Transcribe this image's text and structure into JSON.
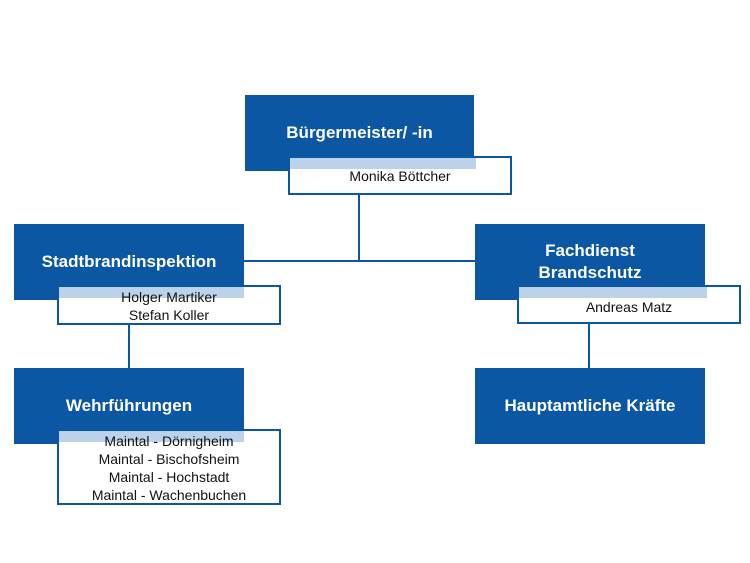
{
  "org": {
    "top": {
      "title": "Bürgermeister/ -in",
      "names": [
        "Monika Böttcher"
      ]
    },
    "left": {
      "title": "Stadtbrandinspektion",
      "names": [
        "Holger Martiker",
        "Stefan Koller"
      ]
    },
    "right": {
      "title_lines": [
        "Fachdienst",
        "Brandschutz"
      ],
      "names": [
        "Andreas Matz"
      ]
    },
    "left_child": {
      "title": "Wehrführungen",
      "names": [
        "Maintal - Dörnigheim",
        "Maintal - Bischofsheim",
        "Maintal - Hochstadt",
        "Maintal - Wachenbuchen"
      ]
    },
    "right_child": {
      "title": "Hauptamtliche Kräfte"
    }
  },
  "colors": {
    "primary": "#0b57a4",
    "highlight": "#bcd1ea"
  }
}
